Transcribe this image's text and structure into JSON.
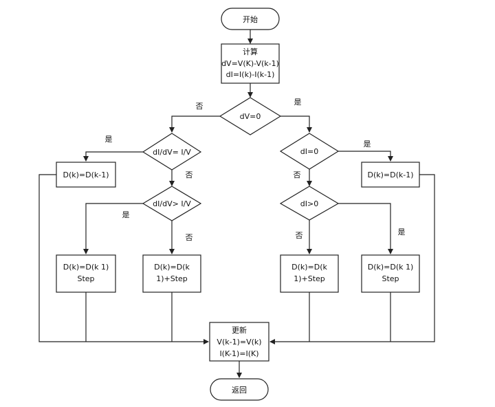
{
  "flowchart": {
    "start": "开始",
    "compute": [
      "计算",
      "dV=V(K)-V(k-1)",
      "dI=I(k)-I(k-1)"
    ],
    "decision_dv": "dV=0",
    "decision_ratio_eq": "dI/dV= I/V",
    "decision_ratio_gt": "dI/dV> I/V",
    "decision_di_zero": "dI=0",
    "decision_di_pos": "dI>0",
    "hold_left": "D(k)=D(k-1)",
    "hold_right": "D(k)=D(k-1)",
    "dec_left": [
      "D(k)=D(k 1)",
      "Step"
    ],
    "inc_left": [
      "D(k)=D(k",
      "1)+Step"
    ],
    "inc_right": [
      "D(k)=D(k",
      "1)+Step"
    ],
    "dec_right": [
      "D(k)=D(k 1)",
      "Step"
    ],
    "update": [
      "更新",
      "V(k-1)=V(k)",
      "I(K-1)=I(K)"
    ],
    "end": "返回",
    "yes": "是",
    "no": "否"
  }
}
